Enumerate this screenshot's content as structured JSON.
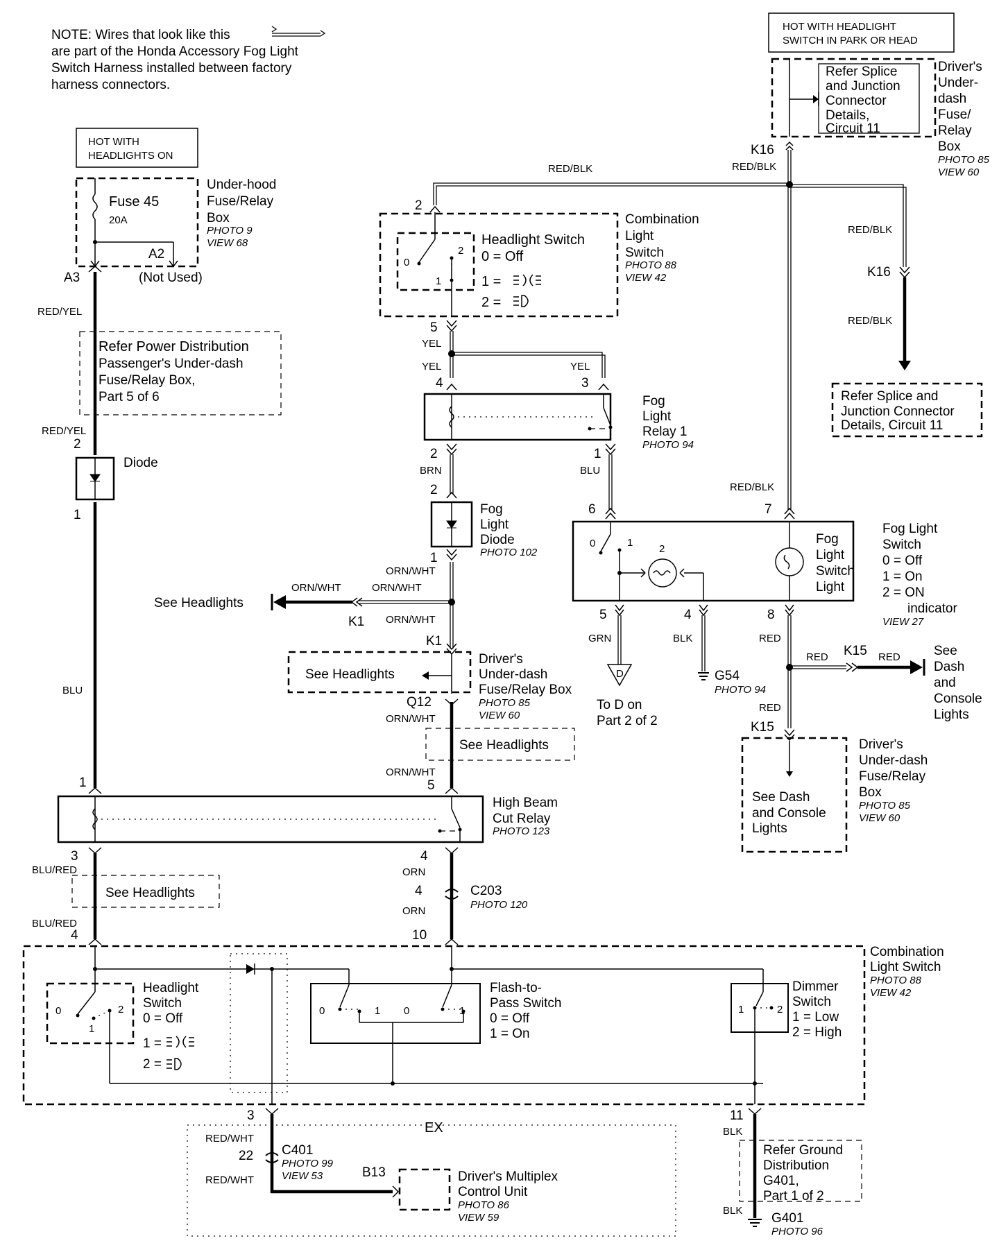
{
  "note": {
    "line1": "NOTE: Wires that look like this",
    "line1b": "are part of the Honda Accessory Fog Light",
    "line2": "Switch Harness installed between factory",
    "line3": "harness connectors."
  },
  "hot_headlights": {
    "l1": "HOT WITH",
    "l2": "HEADLIGHTS ON"
  },
  "hot_park": {
    "l1": "HOT WITH HEADLIGHT",
    "l2": "SWITCH IN PARK OR HEAD"
  },
  "underhood": {
    "fuse": "Fuse 45",
    "amps": "20A",
    "name": [
      "Under-hood",
      "Fuse/Relay",
      "Box"
    ],
    "photo": "PHOTO 9",
    "view": "VIEW 68",
    "a2": "A2",
    "not_used": "(Not Used)",
    "a3": "A3"
  },
  "splice_top": {
    "lines": [
      "Refer Splice",
      "and Junction",
      "Connector",
      "Details,",
      "Circuit 11"
    ]
  },
  "drivers_box_top": {
    "lines": [
      "Driver's",
      "Under-",
      "dash",
      "Fuse/",
      "Relay",
      "Box"
    ],
    "photo": "PHOTO 85",
    "view": "VIEW 60"
  },
  "power_dist": {
    "lines": [
      "Refer Power Distribution",
      "Passenger's Under-dash",
      "Fuse/Relay Box,",
      "Part 5 of 6"
    ]
  },
  "diode": {
    "name": "Diode",
    "pin_top": "2",
    "pin_bot": "1"
  },
  "combo_switch_top": {
    "name": [
      "Combination",
      "Light",
      "Switch"
    ],
    "photo": "PHOTO 88",
    "view": "VIEW 42",
    "switch_name": "Headlight Switch",
    "off": "0 = Off",
    "one": "1 =",
    "two": "2 =",
    "pin_in": "2",
    "pin_out": "5",
    "p0": "0",
    "p1": "1",
    "p2": "2"
  },
  "fog_relay": {
    "name": [
      "Fog",
      "Light",
      "Relay 1"
    ],
    "photo": "PHOTO 94",
    "pins": [
      "4",
      "3",
      "2",
      "1"
    ]
  },
  "fog_diode": {
    "name": [
      "Fog",
      "Light",
      "Diode"
    ],
    "photo": "PHOTO 102",
    "pin_top": "2",
    "pin_bot": "1"
  },
  "fog_switch": {
    "name": [
      "Fog Light",
      "Switch",
      "0 = Off",
      "1 = On",
      "2 = ON",
      "indicator"
    ],
    "view": "VIEW 27",
    "lamp_name": [
      "Fog",
      "Light",
      "Switch",
      "Light"
    ],
    "pins": [
      "6",
      "7",
      "5",
      "4",
      "8"
    ],
    "p0": "0",
    "p1": "1",
    "p2": "2"
  },
  "splice_right": {
    "lines": [
      "Refer Splice and",
      "Junction Connector",
      "Details, Circuit 11"
    ]
  },
  "see_headlights": "See Headlights",
  "k1": "K1",
  "k15": "K15",
  "k16": "K16",
  "q12": "Q12",
  "drivers_box_mid": {
    "lines": [
      "Driver's",
      "Under-dash",
      "Fuse/Relay Box"
    ],
    "photo": "PHOTO 85",
    "view": "VIEW 60"
  },
  "to_d": {
    "glyph": "D",
    "lines": [
      "To D on",
      "Part 2 of 2"
    ]
  },
  "g54": {
    "name": "G54",
    "photo": "PHOTO 94"
  },
  "see_dash": {
    "lines": [
      "See",
      "Dash",
      "and",
      "Console",
      "Lights"
    ]
  },
  "drivers_box_right": {
    "lines": [
      "Driver's",
      "Under-dash",
      "Fuse/Relay",
      "Box"
    ],
    "photo": "PHOTO 85",
    "view": "VIEW 60",
    "inner": [
      "See Dash",
      "and Console",
      "Lights"
    ]
  },
  "high_beam": {
    "name": [
      "High Beam",
      "Cut Relay"
    ],
    "photo": "PHOTO 123",
    "pins": [
      "1",
      "5",
      "3",
      "4"
    ]
  },
  "c203": {
    "name": "C203",
    "photo": "PHOTO 120",
    "pin_top": "4",
    "pin_mid": "4",
    "pin_bot": "10"
  },
  "combo_switch_bottom": {
    "name": [
      "Combination",
      "Light Switch"
    ],
    "photo": "PHOTO 88",
    "view": "VIEW 42",
    "headlight": [
      "Headlight",
      "Switch",
      "0 = Off"
    ],
    "one": "1 =",
    "two": "2 =",
    "flash": [
      "Flash-to-",
      "Pass Switch",
      "0 = Off",
      "1 = On"
    ],
    "dimmer": [
      "Dimmer",
      "Switch",
      "1 = Low",
      "2 = High"
    ],
    "pin_left": "4",
    "pin_3": "3",
    "pin_11": "11",
    "p0": "0",
    "p1": "1",
    "p2": "2"
  },
  "ex": "EX",
  "c401": {
    "name": "C401",
    "photo": "PHOTO 99",
    "view": "VIEW 53",
    "pin": "22"
  },
  "mpcu": {
    "pin": "B13",
    "lines": [
      "Driver's Multiplex",
      "Control Unit"
    ],
    "photo": "PHOTO 86",
    "view": "VIEW 59"
  },
  "ground_dist": {
    "lines": [
      "Refer Ground",
      "Distribution",
      "G401,",
      "Part 1 of 2"
    ]
  },
  "g401": {
    "name": "G401",
    "photo": "PHOTO 96"
  },
  "wires": {
    "red_yel": "RED/YEL",
    "blu": "BLU",
    "blu_red": "BLU/RED",
    "red_blk": "RED/BLK",
    "yel": "YEL",
    "brn": "BRN",
    "orn_wht": "ORN/WHT",
    "orn": "ORN",
    "grn": "GRN",
    "blk": "BLK",
    "red": "RED",
    "red_wht": "RED/WHT"
  }
}
